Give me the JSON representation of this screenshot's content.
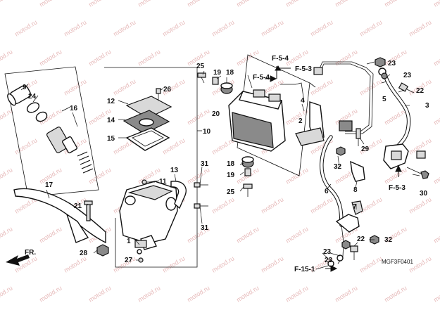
{
  "watermark": "motod.ru",
  "diagram_code": "MGF3F0401",
  "front_arrow_label": "FR.",
  "refs": {
    "f54_top": "F-5-4",
    "f53_top": "F-5-3",
    "f54_mid": "F-5-4",
    "f53_right": "F-5-3",
    "f151": "F-15-1"
  },
  "callouts": {
    "c1": "1",
    "c2": "2",
    "c3": "3",
    "c4": "4",
    "c5": "5",
    "c6": "6",
    "c7": "7",
    "c8": "8",
    "c9": "9",
    "c10": "10",
    "c11": "11",
    "c12": "12",
    "c13": "13",
    "c14": "14",
    "c15": "15",
    "c16": "16",
    "c17": "17",
    "c18": "18",
    "c19a": "19",
    "c19b": "19",
    "c20": "20",
    "c21": "21",
    "c22a": "22",
    "c22b": "22",
    "c23a": "23",
    "c23b": "23",
    "c23c": "23",
    "c24": "24",
    "c25a": "25",
    "c25b": "25",
    "c26": "26",
    "c27": "27",
    "c28": "28",
    "c29": "29",
    "c30": "30",
    "c31a": "31",
    "c31b": "31",
    "c32a": "32",
    "c32b": "32"
  }
}
